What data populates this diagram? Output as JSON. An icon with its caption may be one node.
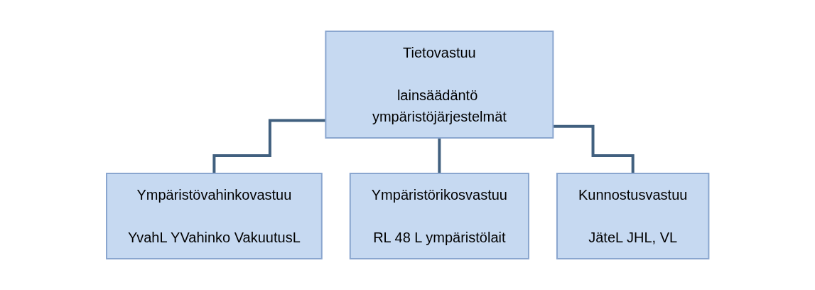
{
  "diagram": {
    "nodes": [
      {
        "text": [
          "Tietovastuu",
          "lainsäädäntö ympäristöjärjestelmät"
        ]
      },
      {
        "text": [
          "Ympäristövahinkovastuu",
          "YvahL YVahinko VakuutusL"
        ]
      },
      {
        "text": [
          "Ympäristörikosvastuu",
          "RL 48 L ympäristölait"
        ]
      },
      {
        "text": [
          "Kunnostusvastuu",
          "JäteL JHL, VL"
        ]
      }
    ],
    "edges": [
      {
        "from": 0,
        "to": 1,
        "arrow": "none"
      },
      {
        "from": 0,
        "to": 2,
        "arrow": "none"
      },
      {
        "from": 0,
        "to": 3,
        "arrow": "none"
      }
    ]
  }
}
